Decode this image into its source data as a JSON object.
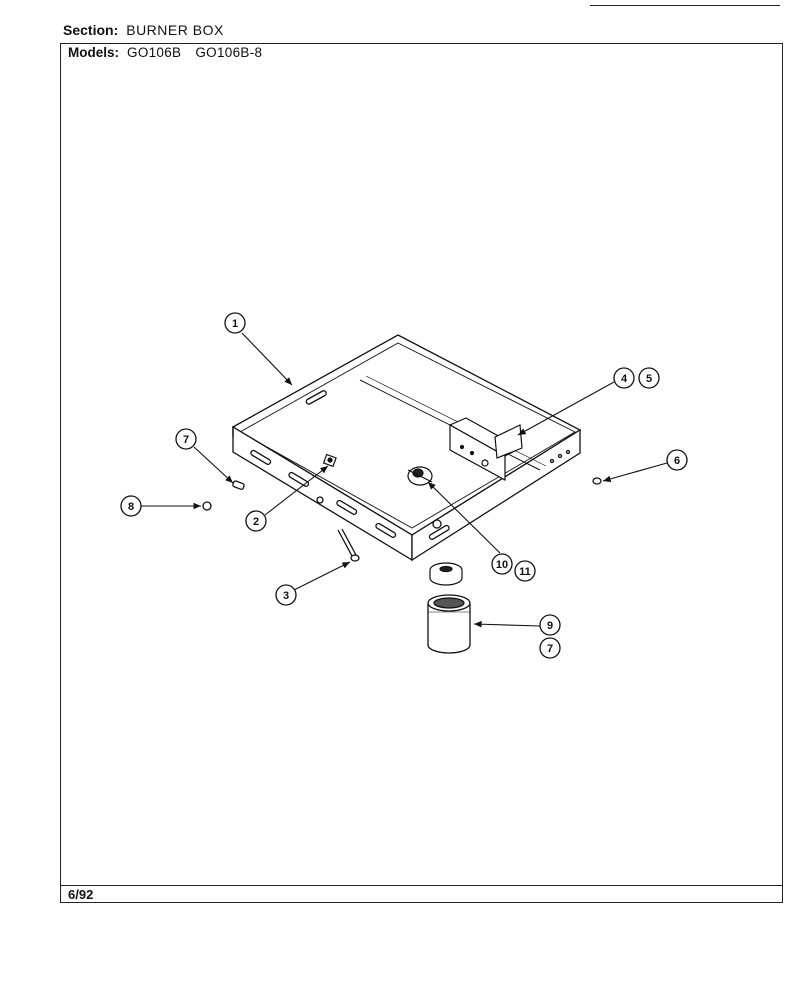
{
  "header": {
    "section_label": "Section:",
    "section_value": "BURNER BOX",
    "models_label": "Models:",
    "model_1": "GO106B",
    "model_2": "GO106B-8"
  },
  "footer": {
    "date": "6/92"
  },
  "callouts": {
    "c1": "1",
    "c2": "2",
    "c3": "3",
    "c4": "4",
    "c5": "5",
    "c6": "6",
    "c7a": "7",
    "c7b": "7",
    "c8": "8",
    "c9": "9",
    "c10": "10",
    "c11": "11"
  }
}
